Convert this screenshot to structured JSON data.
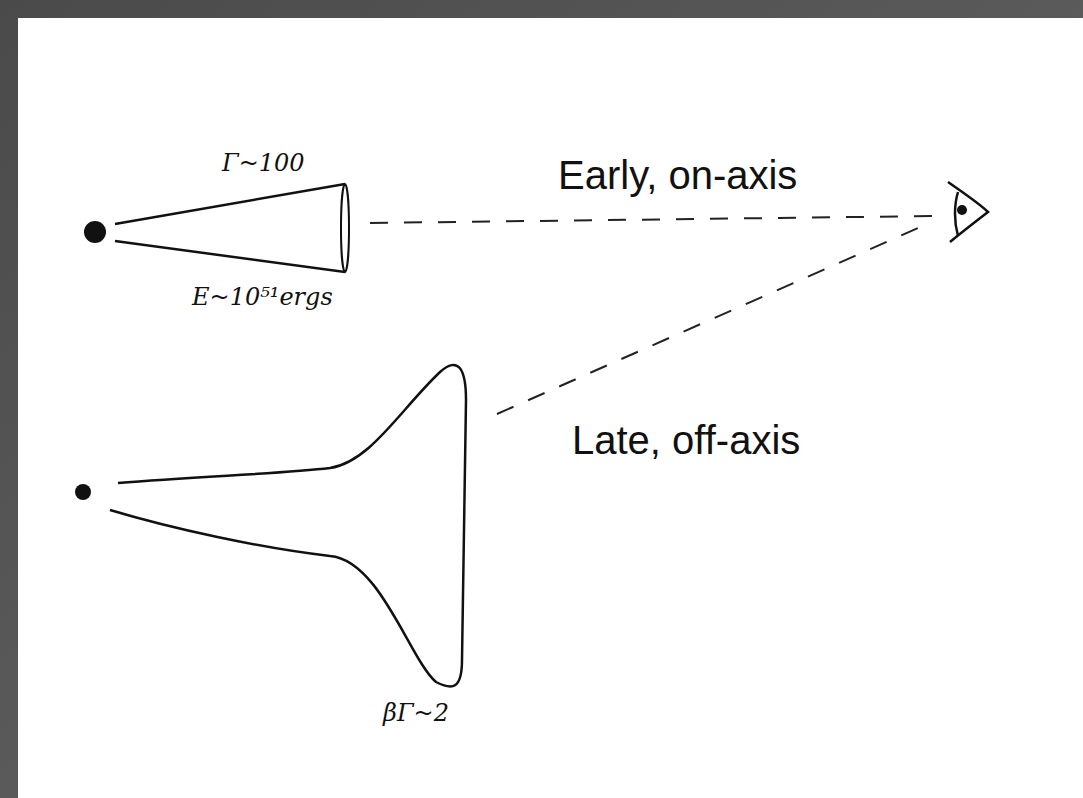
{
  "diagram": {
    "labels": [
      "Γ~100",
      "E~10⁵¹ergs",
      "Early, on-axis",
      "Late, off-axis",
      "βΓ~2"
    ]
  }
}
